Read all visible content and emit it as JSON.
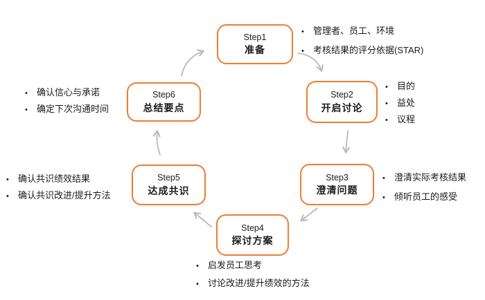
{
  "diagram": {
    "bullet_char": "•",
    "colors": {
      "box_border": "#ED7D31",
      "arrow": "#B9B9B9",
      "text": "#1A1A1A",
      "background": "#FFFFFF"
    },
    "steps": [
      {
        "label": "Step1",
        "title": "准备",
        "notes": [
          "管理者、员工、环境",
          "考核结果的评分依据(STAR)"
        ]
      },
      {
        "label": "Step2",
        "title": "开启讨论",
        "notes": [
          "目的",
          "益处",
          "议程"
        ]
      },
      {
        "label": "Step3",
        "title": "澄清问题",
        "notes": [
          "澄清实际考核结果",
          "倾听员工的感受"
        ]
      },
      {
        "label": "Step4",
        "title": "探讨方案",
        "notes": [
          "启发员工思考",
          "讨论改进/提升绩效的方法"
        ]
      },
      {
        "label": "Step5",
        "title": "达成共识",
        "notes": [
          "确认共识绩效结果",
          "确认共识改进/提升方法"
        ]
      },
      {
        "label": "Step6",
        "title": "总结要点",
        "notes": [
          "确认信心与承诺",
          "确定下次沟通时间"
        ]
      }
    ]
  }
}
